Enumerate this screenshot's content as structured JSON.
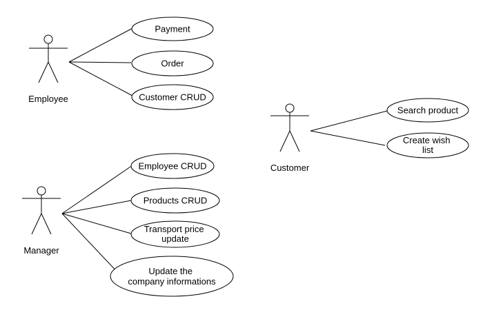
{
  "actors": {
    "employee": {
      "label": "Employee"
    },
    "customer": {
      "label": "Customer"
    },
    "manager": {
      "label": "Manager"
    }
  },
  "use_cases": {
    "payment": {
      "lines": [
        "Payment"
      ]
    },
    "order": {
      "lines": [
        "Order"
      ]
    },
    "customer_crud": {
      "lines": [
        "Customer CRUD"
      ]
    },
    "search_product": {
      "lines": [
        "Search product"
      ]
    },
    "create_wish_list": {
      "lines": [
        "Create wish",
        "list"
      ]
    },
    "employee_crud": {
      "lines": [
        "Employee CRUD"
      ]
    },
    "products_crud": {
      "lines": [
        "Products CRUD"
      ]
    },
    "transport_price_update": {
      "lines": [
        "Transport price",
        "update"
      ]
    },
    "update_company_info": {
      "lines": [
        "Update the",
        "company informations"
      ]
    }
  },
  "colors": {
    "stroke": "#000000",
    "fill": "#ffffff",
    "text": "#000000"
  }
}
